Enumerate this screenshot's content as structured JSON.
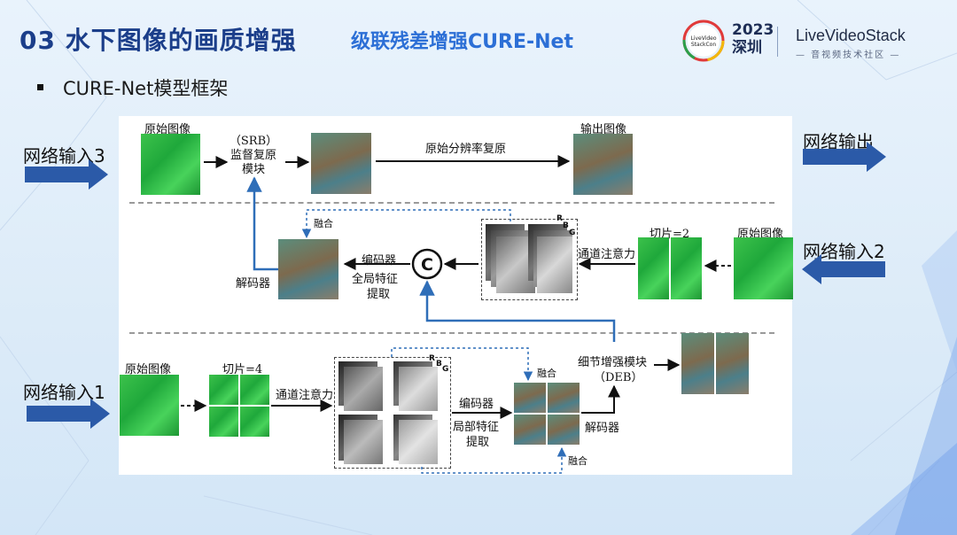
{
  "slide": {
    "title": "03  水下图像的画质增强",
    "subtitle": "级联残差增强CURE-Net",
    "bullet": "CURE-Net模型框架"
  },
  "logo": {
    "badge_lines": [
      "LiveVideo",
      "StackCon"
    ],
    "year": "2023",
    "city": "深圳",
    "brand": "LiveVideoStack",
    "brand_sub": "— 音视频技术社区 —"
  },
  "outer_labels": {
    "input3": "网络输入3",
    "output": "网络输出",
    "input2": "网络输入2",
    "input1": "网络输入1"
  },
  "diagram": {
    "row_top": {
      "orig": "原始图像",
      "srb_line1": "（SRB）",
      "srb_line2": "监督复原",
      "srb_line3": "模块",
      "restore": "原始分辨率复原",
      "output": "输出图像"
    },
    "row_mid": {
      "fuse": "融合",
      "slice": "切片=2",
      "orig": "原始图像",
      "channel_att": "通道注意力",
      "encoder": "编码器",
      "global_feat_1": "全局特征",
      "global_feat_2": "提取",
      "decoder": "解码器",
      "concat": "C",
      "rgb": [
        "R",
        "B",
        "G"
      ]
    },
    "row_bot": {
      "orig": "原始图像",
      "slice": "切片=4",
      "channel_att": "通道注意力",
      "encoder": "编码器",
      "local_feat_1": "局部特征",
      "local_feat_2": "提取",
      "fuse_top": "融合",
      "fuse_bottom": "融合",
      "deb_1": "细节增强模块",
      "deb_2": "（DEB）",
      "decoder": "解码器",
      "rgb": [
        "R",
        "B",
        "G"
      ]
    }
  },
  "colors": {
    "title": "#1b3e8a",
    "subtitle": "#2c6fd6",
    "arrow_blue": "#2f6eb8",
    "big_arrow": "#2b5aa8"
  }
}
